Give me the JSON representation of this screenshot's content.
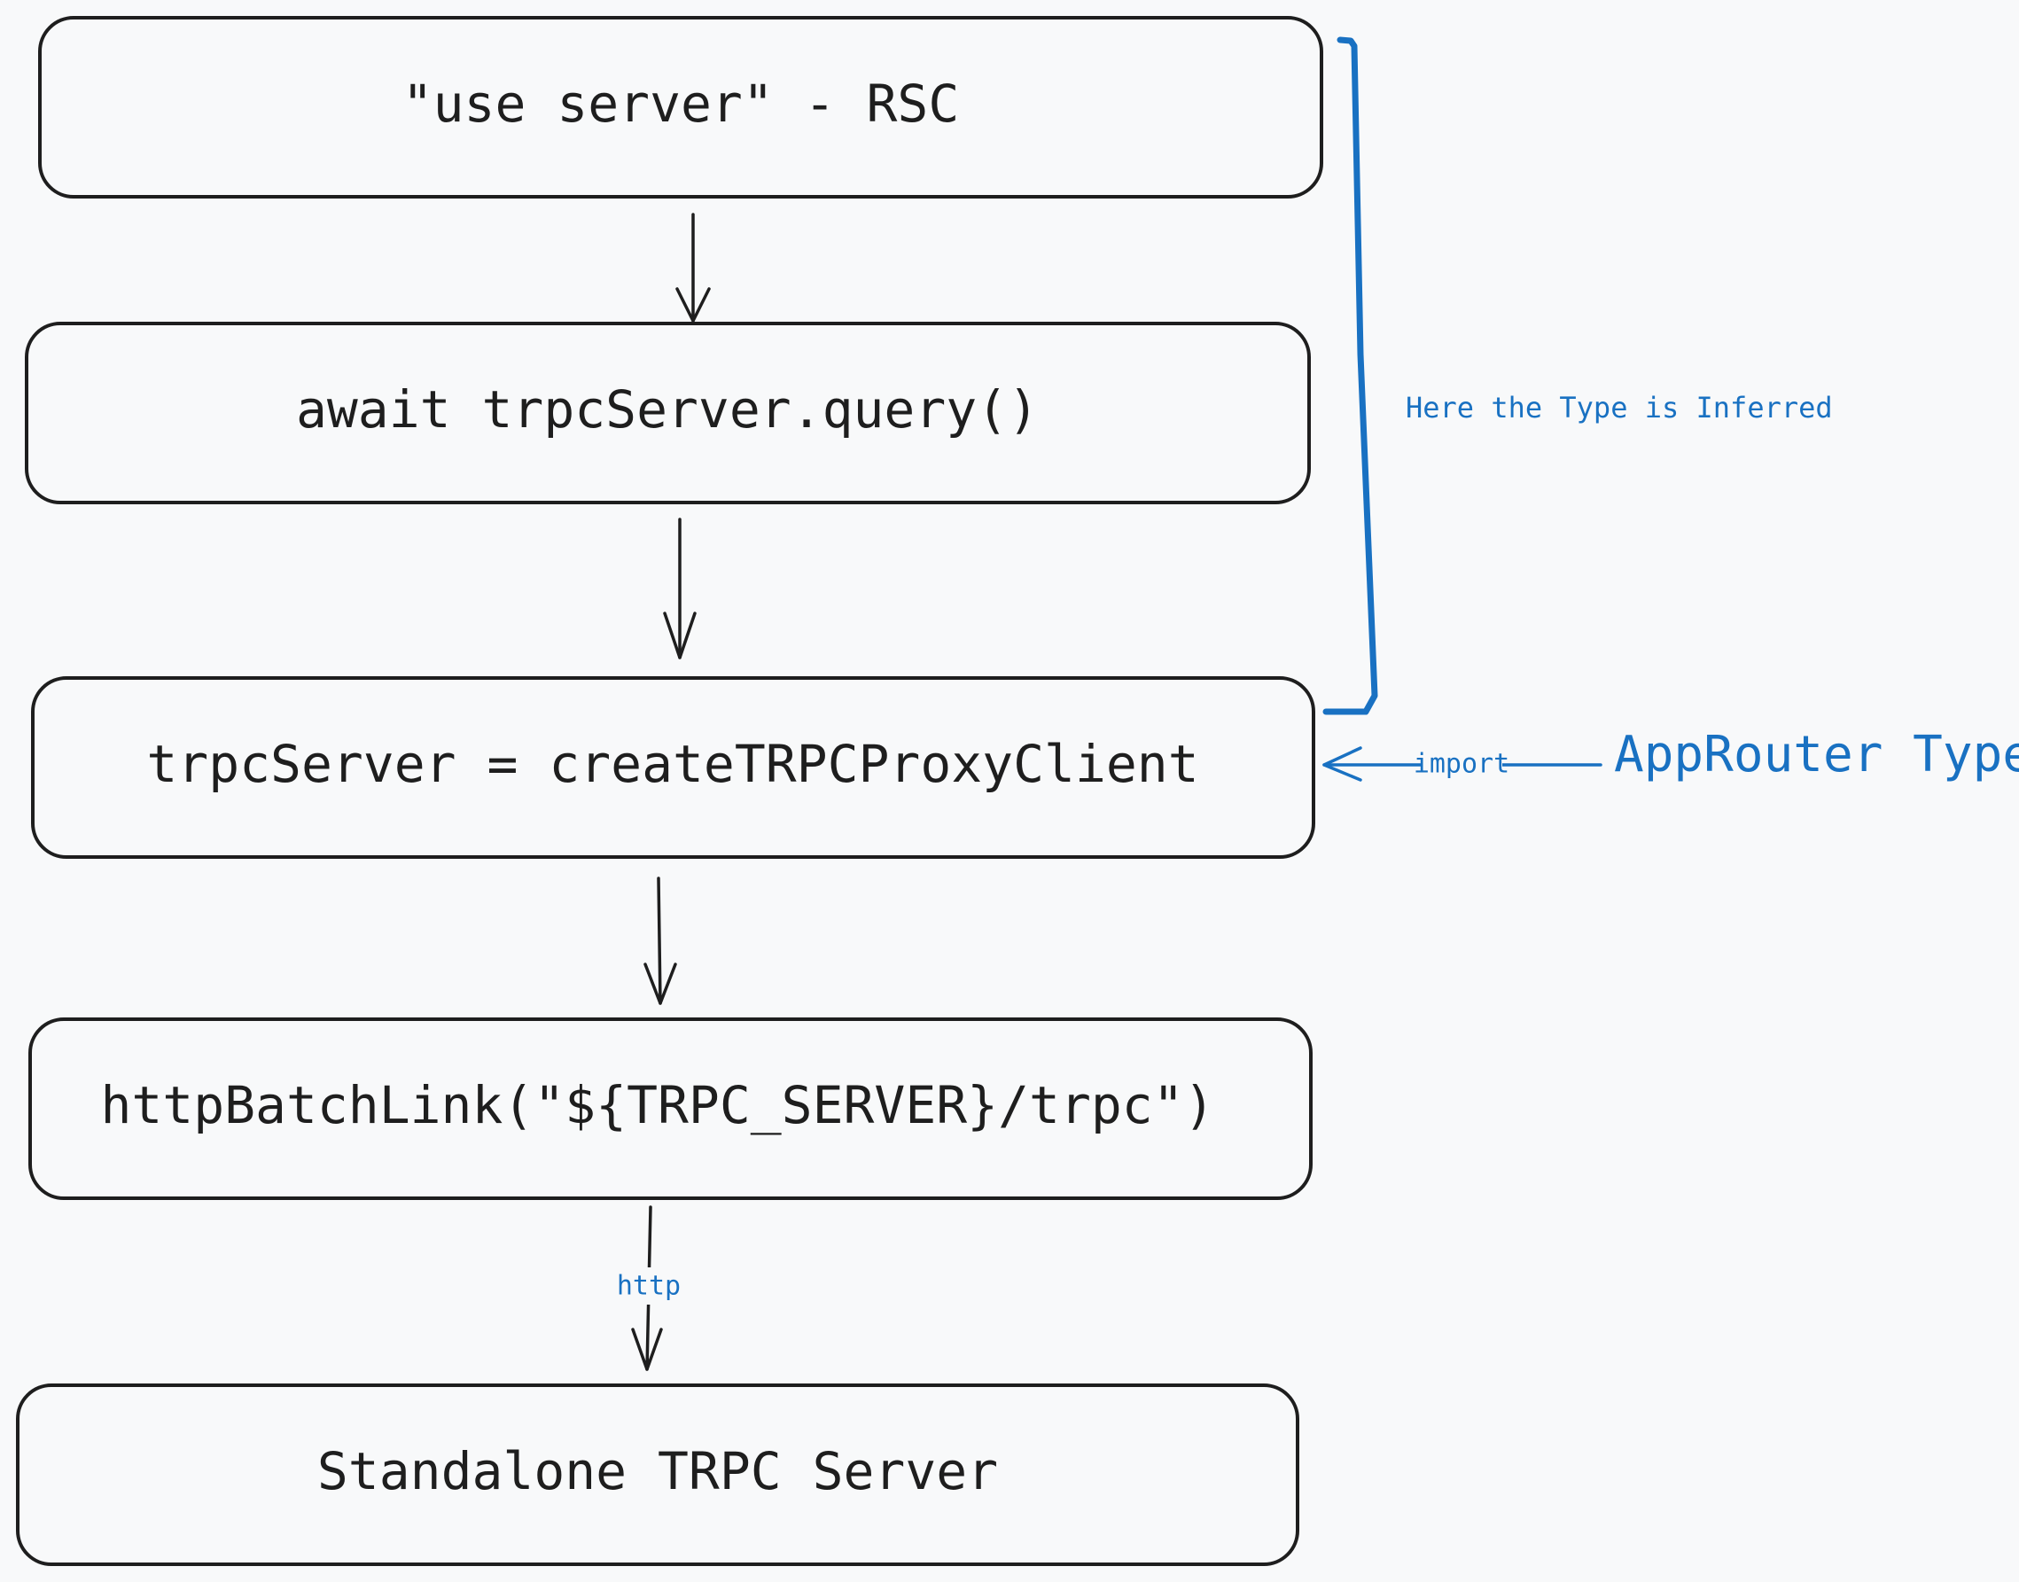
{
  "diagram": {
    "boxes": [
      {
        "id": "rsc",
        "label": "\"use server\" - RSC"
      },
      {
        "id": "query",
        "label": "await trpcServer.query()"
      },
      {
        "id": "proxy",
        "label": "trpcServer = createTRPCProxyClient"
      },
      {
        "id": "link",
        "label": "httpBatchLink(\"${TRPC_SERVER}/trpc\")"
      },
      {
        "id": "server",
        "label": "Standalone TRPC Server"
      }
    ],
    "edge_labels": {
      "http": "http",
      "import": "import"
    },
    "annotations": {
      "inferred": "Here the Type is Inferred",
      "app_router": "AppRouter Type"
    }
  },
  "colors": {
    "background": "#f8f9fa",
    "stroke": "#1e1e1e",
    "accent": "#1971c2"
  }
}
